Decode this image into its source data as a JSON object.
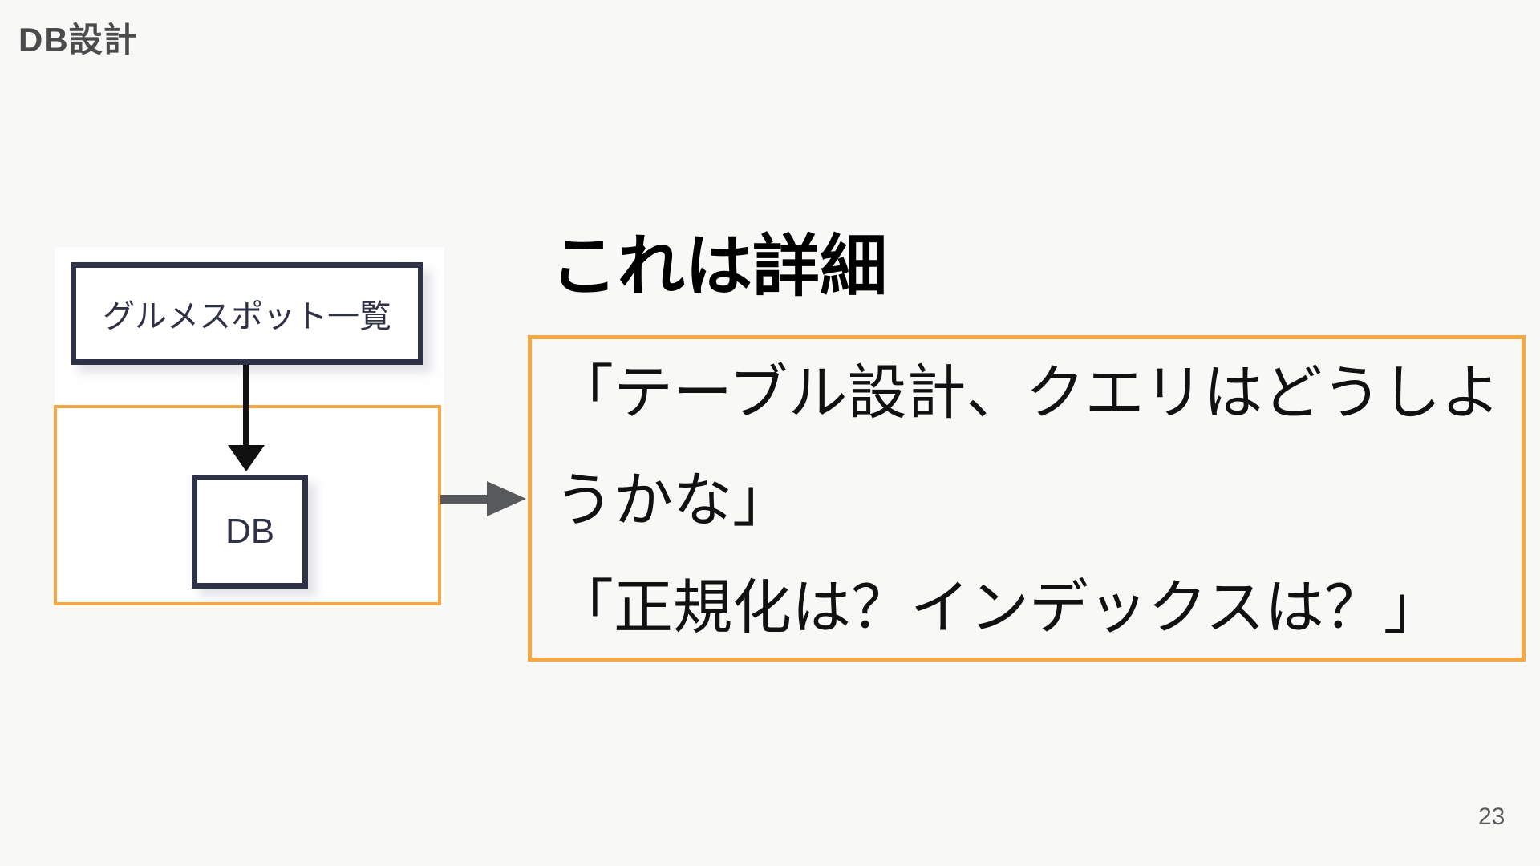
{
  "slide": {
    "title": "DB設計",
    "heading": "これは詳細",
    "page_number": "23"
  },
  "diagram": {
    "top_box_label": "グルメスポット一覧",
    "db_box_label": "DB",
    "down_arrow": "down-arrow",
    "right_arrow": "right-arrow"
  },
  "detail_box": {
    "lines": [
      "「テーブル設計、クエリはどうしよ",
      "うかな」",
      "「正規化は？インデックスは？」"
    ]
  },
  "colors": {
    "background": "#F8F8F7",
    "accent_orange": "#F5A843",
    "box_navy": "#2F3247",
    "arrow_black": "#111111",
    "arrow_gray": "#58595B",
    "title_gray": "#4B4B4B",
    "page_number_gray": "#595959"
  }
}
